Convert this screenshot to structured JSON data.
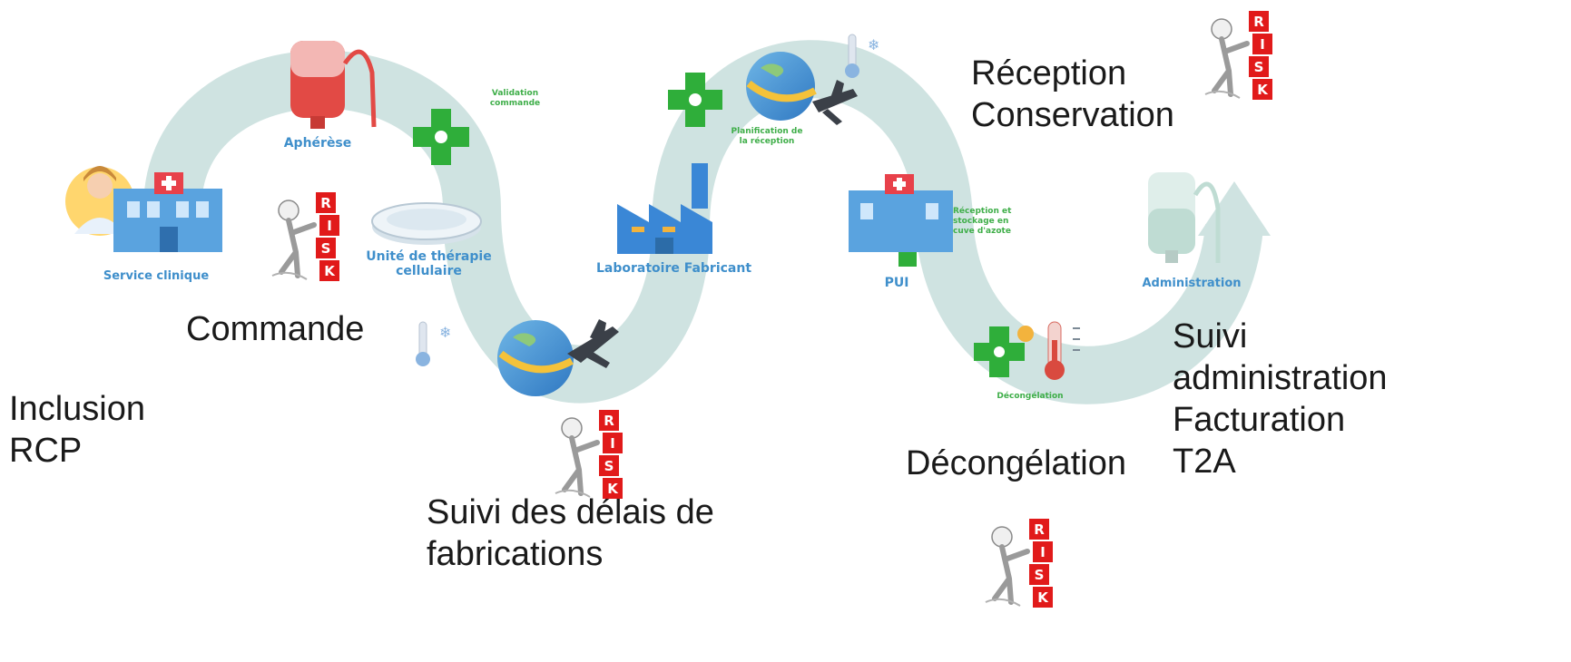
{
  "steps": {
    "service_clinique": "Service clinique",
    "apherese": "Aphérèse",
    "validation": [
      "Validation",
      "commande"
    ],
    "utc": [
      "Unité de thérapie",
      "cellulaire"
    ],
    "labo": "Laboratoire Fabricant",
    "planification": [
      "Planification de",
      "la réception"
    ],
    "pui": "PUI",
    "reception_stockage": [
      "Réception et",
      "stockage en",
      "cuve d'azote"
    ],
    "decongelation": "Décongélation",
    "administration": "Administration"
  },
  "phases": {
    "inclusion": [
      "Inclusion",
      "RCP"
    ],
    "commande": "Commande",
    "suivi_delais": [
      "Suivi des délais de",
      "fabrications"
    ],
    "reception": [
      "Réception",
      "Conservation"
    ],
    "decongelation": "Décongélation",
    "suivi_admin": [
      "Suivi",
      "administration",
      "Facturation",
      "T2A"
    ]
  },
  "risk": {
    "letters": [
      "R",
      "I",
      "S",
      "K"
    ]
  },
  "colors": {
    "path": "#cfe3e1",
    "label_blue": "#3f8fcb",
    "pharmacy_green": "#2fae3a",
    "risk_red": "#e11a1a",
    "blood_red": "#e24a45",
    "building_blue": "#3a87d6"
  },
  "icons": [
    "doctor-icon",
    "hospital-icon",
    "blood-bag-icon",
    "pharmacy-cross-icon",
    "petri-dish-icon",
    "factory-icon",
    "globe-icon",
    "airplane-icon",
    "thermometer-snow-icon",
    "thermometer-hot-icon",
    "iv-bag-icon",
    "risk-figure-icon"
  ]
}
